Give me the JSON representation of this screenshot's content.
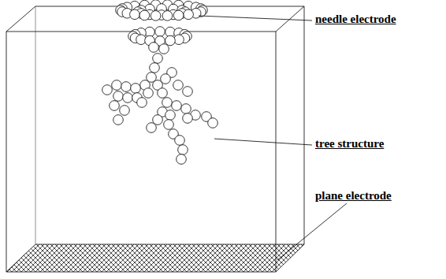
{
  "diagram": {
    "labels": [
      "needle electrode",
      "tree structure",
      "plane electrode"
    ]
  }
}
